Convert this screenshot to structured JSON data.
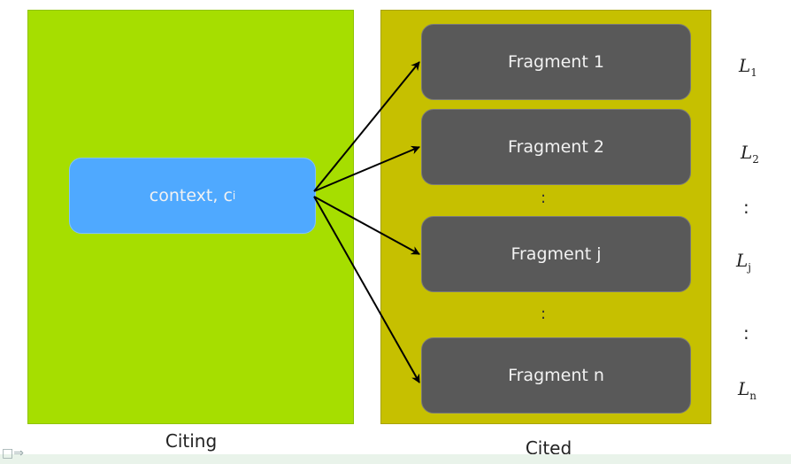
{
  "context_box": {
    "text": "context, c",
    "sub": "i"
  },
  "fragments": [
    {
      "label": "Fragment 1"
    },
    {
      "label": "Fragment 2"
    },
    {
      "label": "Fragment j"
    },
    {
      "label": "Fragment n"
    }
  ],
  "ellipsis": ":",
  "right_labels": [
    {
      "L": "L",
      "sub": "1"
    },
    {
      "L": "L",
      "sub": "2"
    },
    {
      "L": "L",
      "sub": "j"
    },
    {
      "L": "L",
      "sub": "n"
    }
  ],
  "captions": {
    "left": "Citing",
    "right": "Cited"
  },
  "colors": {
    "citing_panel": "#a6de00",
    "cited_panel": "#c6c000",
    "context_box": "#4fa9ff",
    "fragment_box": "#595959",
    "arrow": "#000000"
  },
  "icons": {
    "nav": "slide-nav-arrows-icon"
  }
}
